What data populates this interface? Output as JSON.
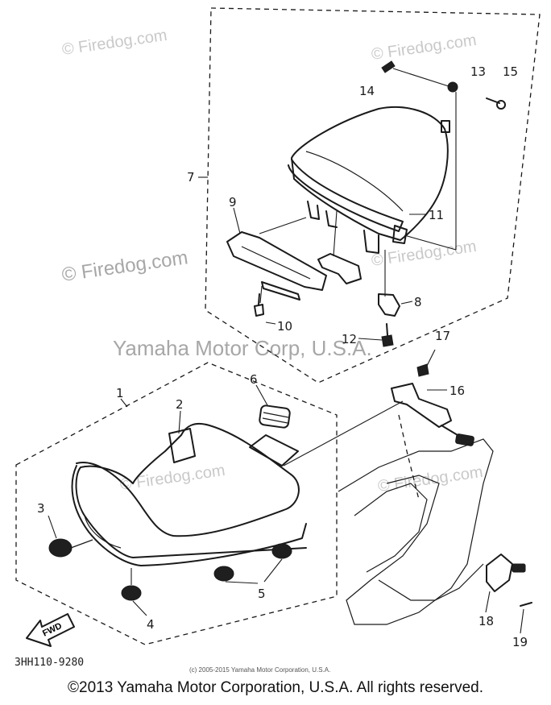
{
  "watermarks": {
    "site": "© Firedog.com",
    "maker": "Yamaha Motor Corp, U.S.A."
  },
  "callouts": [
    "1",
    "2",
    "3",
    "4",
    "5",
    "6",
    "7",
    "8",
    "9",
    "10",
    "11",
    "12",
    "13",
    "14",
    "15",
    "16",
    "17",
    "18",
    "19"
  ],
  "fwd_label": "FWD",
  "ref_code": "3HH110-9280",
  "small_copyright": "(c) 2005-2015 Yamaha Motor Corporation, U.S.A.",
  "footer_copyright": "©2013 Yamaha Motor Corporation, U.S.A. All rights reserved."
}
